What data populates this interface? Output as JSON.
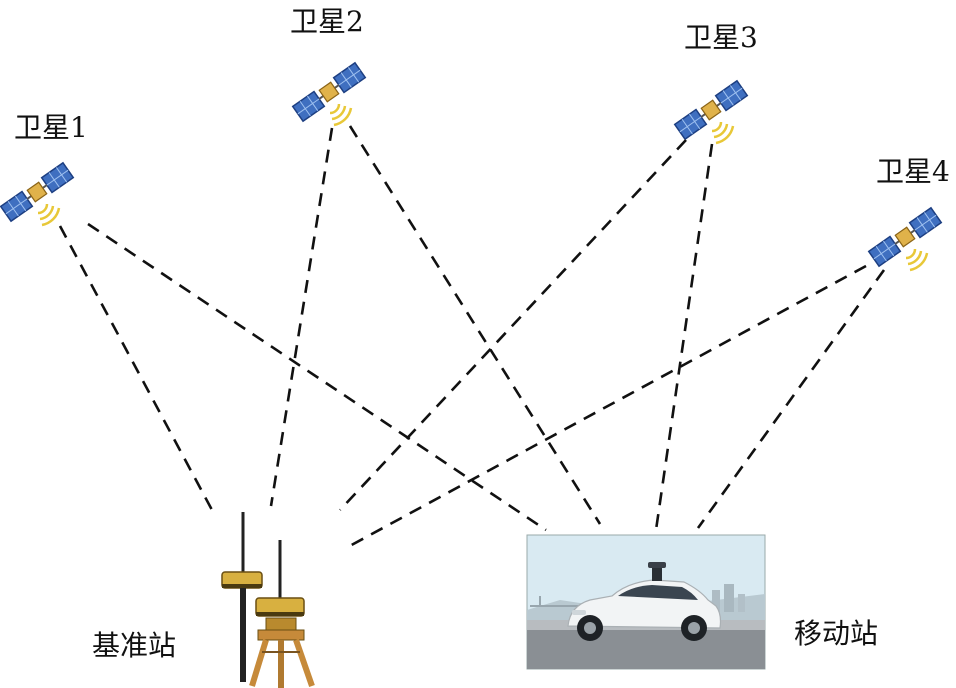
{
  "satellites": [
    {
      "label": "卫星1"
    },
    {
      "label": "卫星2"
    },
    {
      "label": "卫星3"
    },
    {
      "label": "卫星4"
    }
  ],
  "base_station": {
    "label": "基准站"
  },
  "mobile_station": {
    "label": "移动站"
  },
  "colors": {
    "line": "#111111",
    "panel": "#3f6fc0",
    "panel_dark": "#1d3f82",
    "body": "#e0b24a",
    "signal": "#e8c838",
    "receiver": "#d8b040",
    "tripod": "#c68a3a",
    "car_body": "#f2f4f5",
    "sky": "#d9eaf2",
    "road": "#8a8f94"
  }
}
